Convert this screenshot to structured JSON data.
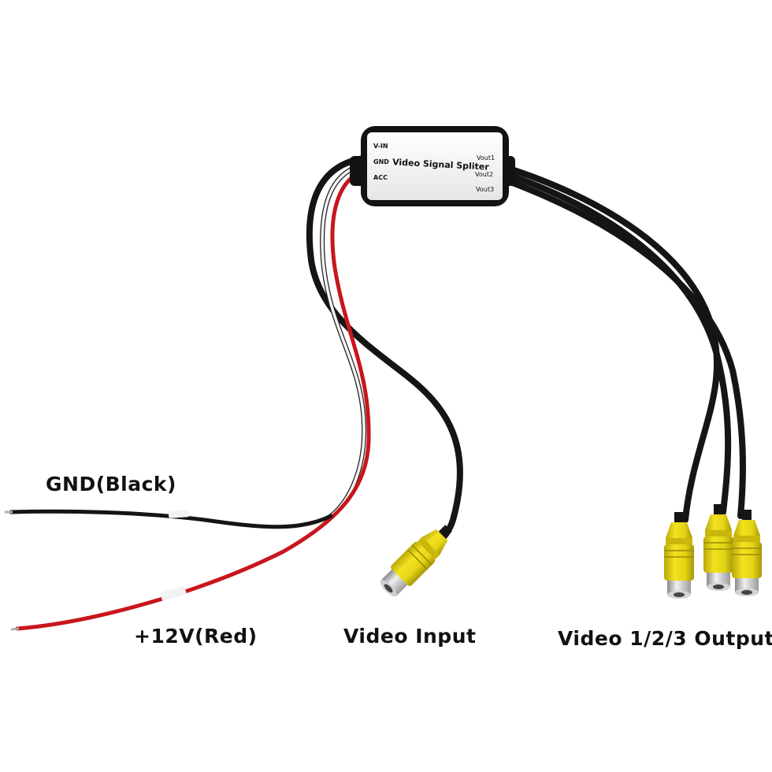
{
  "product": {
    "box": {
      "title": "Video Signal Spliter",
      "pins_left": [
        "V-IN",
        "GND",
        "ACC"
      ],
      "pins_right": [
        "Vout1",
        "Vout2",
        "Vout3"
      ]
    },
    "connector_color": "#e3d414",
    "wire_colors": {
      "black": "#151515",
      "red": "#c8161d",
      "white": "#f4f4f4"
    }
  },
  "captions": {
    "gnd": "GND(Black)",
    "power": "+12V(Red)",
    "video_input": "Video Input",
    "video_output": "Video 1/2/3 Output"
  }
}
